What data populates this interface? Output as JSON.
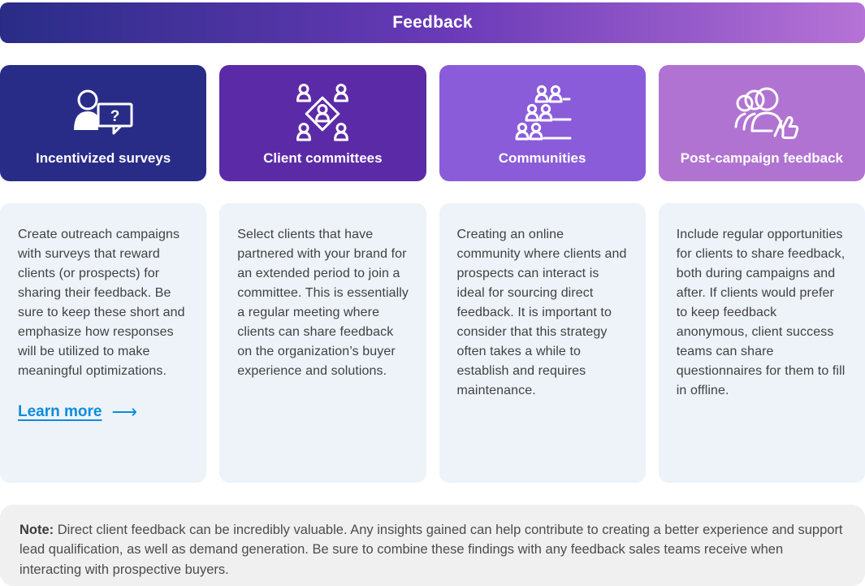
{
  "banner": {
    "title": "Feedback"
  },
  "colors": {
    "banner_gradient_start": "#292c87",
    "banner_gradient_mid": "#6a3ab8",
    "banner_gradient_end": "#b673d6",
    "card1_header": "#292c87",
    "card2_header": "#5b2ba7",
    "card3_header": "#8a5cda",
    "card4_header": "#b173d2",
    "card_body_bg": "#edf3f9",
    "note_bg": "#f0f0f0",
    "body_text": "#414141",
    "link_blue": "#0d8cdb"
  },
  "cards": [
    {
      "title": "Incentivized surveys",
      "icon": "person-question-survey-icon",
      "icon_question_mark": "?",
      "body": "Create outreach campaigns with surveys that reward clients (or prospects) for sharing their feedback. Be sure to keep these short and emphasize how responses will be utilized to make meaningful optimizations.",
      "link": {
        "label": "Learn more",
        "arrow": "⟶"
      }
    },
    {
      "title": "Client committees",
      "icon": "committee-group-icon",
      "body": "Select clients that have partnered with your brand for an extended period to join a committee. This is essentially a regular meeting where clients can share feedback on the organization’s buyer experience and solutions."
    },
    {
      "title": "Communities",
      "icon": "community-people-list-icon",
      "body": "Creating an online community where clients and prospects can interact is ideal for sourcing direct feedback. It is important to consider that this strategy often takes a while to establish and requires maintenance."
    },
    {
      "title": "Post-campaign feedback",
      "icon": "group-thumbs-up-icon",
      "body": "Include regular opportunities for clients to share feedback, both during campaigns and after. If clients would prefer to keep feedback anonymous, client success teams can share questionnaires for them to fill in offline."
    }
  ],
  "note": {
    "label": "Note:",
    "text": " Direct client feedback can be incredibly valuable. Any insights gained can help contribute to creating a better experience and support lead qualification, as well as demand generation. Be sure to combine these findings with any feedback sales teams receive when interacting with prospective buyers."
  }
}
